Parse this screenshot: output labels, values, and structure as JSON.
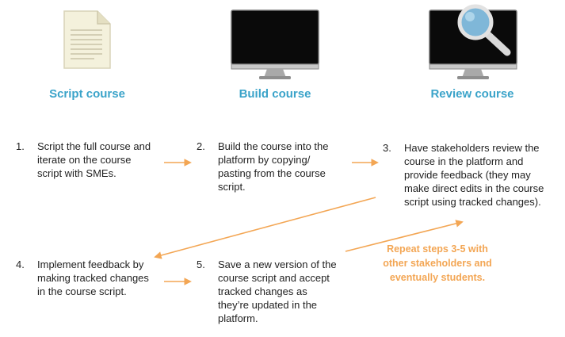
{
  "columns": [
    {
      "title": "Script course",
      "icon": "document-icon"
    },
    {
      "title": "Build course",
      "icon": "monitor-icon"
    },
    {
      "title": "Review course",
      "icon": "monitor-magnifier-icon"
    }
  ],
  "steps": [
    {
      "number": "1.",
      "lines": [
        "Script the full course and",
        "iterate on the course",
        "script with SMEs."
      ]
    },
    {
      "number": "2.",
      "lines": [
        "Build the course into the",
        "platform by copying/",
        "pasting from the course",
        "script."
      ]
    },
    {
      "number": "3.",
      "lines": [
        "Have stakeholders review the",
        "course in the platform and",
        "provide feedback (they may",
        "make direct edits in the course",
        "script using tracked changes)."
      ]
    },
    {
      "number": "4.",
      "lines": [
        "Implement feedback by",
        "making tracked changes",
        "in the course script."
      ]
    },
    {
      "number": "5.",
      "lines": [
        "Save a new version of the",
        "course script and accept",
        "tracked changes as",
        "they’re updated in the",
        "platform."
      ]
    }
  ],
  "repeat_note": [
    "Repeat steps 3-5 with",
    "other stakeholders and",
    "eventually students."
  ],
  "colors": {
    "heading": "#3aa3c9",
    "arrow": "#f3a654",
    "note": "#f3a654"
  }
}
